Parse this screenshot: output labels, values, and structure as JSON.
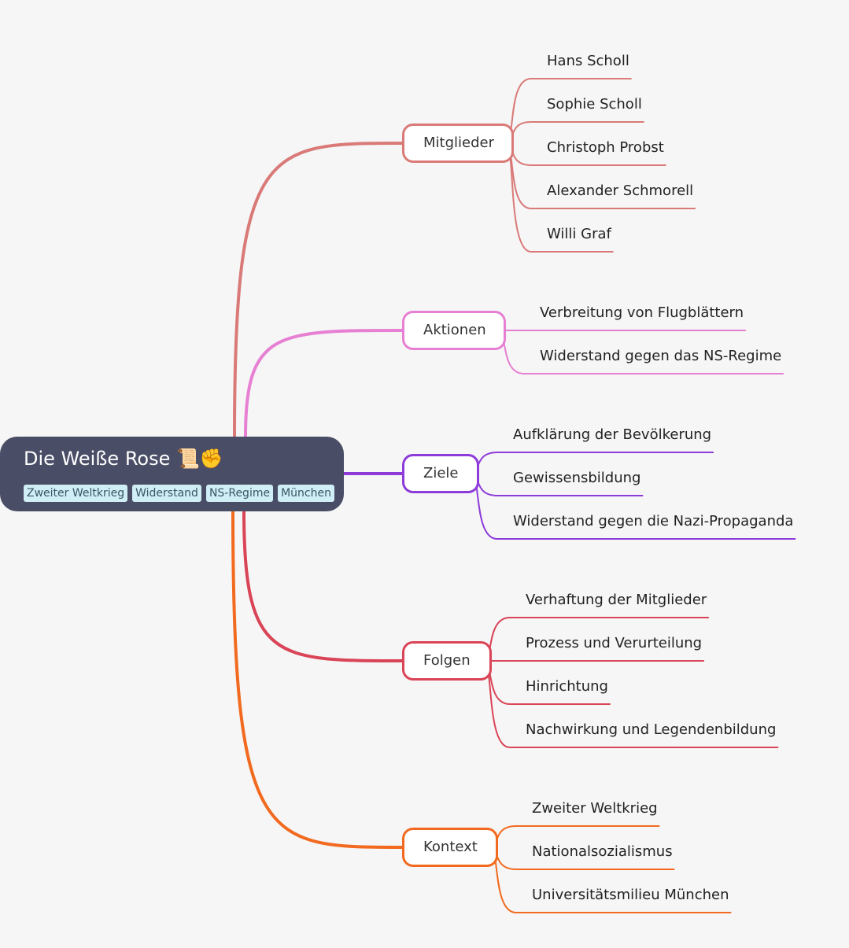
{
  "root": {
    "title": "Die Weiße Rose 📜✊",
    "tags": [
      "Zweiter Weltkrieg",
      "Widerstand",
      "NS-Regime",
      "München"
    ]
  },
  "branches": [
    {
      "label": "Mitglieder",
      "color": "#d97a78",
      "children": [
        "Hans Scholl",
        "Sophie Scholl",
        "Christoph Probst",
        "Alexander Schmorell",
        "Willi Graf"
      ]
    },
    {
      "label": "Aktionen",
      "color": "#e77fd3",
      "children": [
        "Verbreitung von Flugblättern",
        "Widerstand gegen das NS-Regime"
      ]
    },
    {
      "label": "Ziele",
      "color": "#8d3bd9",
      "children": [
        "Aufklärung der Bevölkerung",
        "Gewissensbildung",
        "Widerstand gegen die Nazi-Propaganda"
      ]
    },
    {
      "label": "Folgen",
      "color": "#da4457",
      "children": [
        "Verhaftung der Mitglieder",
        "Prozess und Verurteilung",
        "Hinrichtung",
        "Nachwirkung und Legendenbildung"
      ]
    },
    {
      "label": "Kontext",
      "color": "#f26a1f",
      "children": [
        "Zweiter Weltkrieg",
        "Nationalsozialismus",
        "Universitätsmilieu München"
      ]
    }
  ]
}
